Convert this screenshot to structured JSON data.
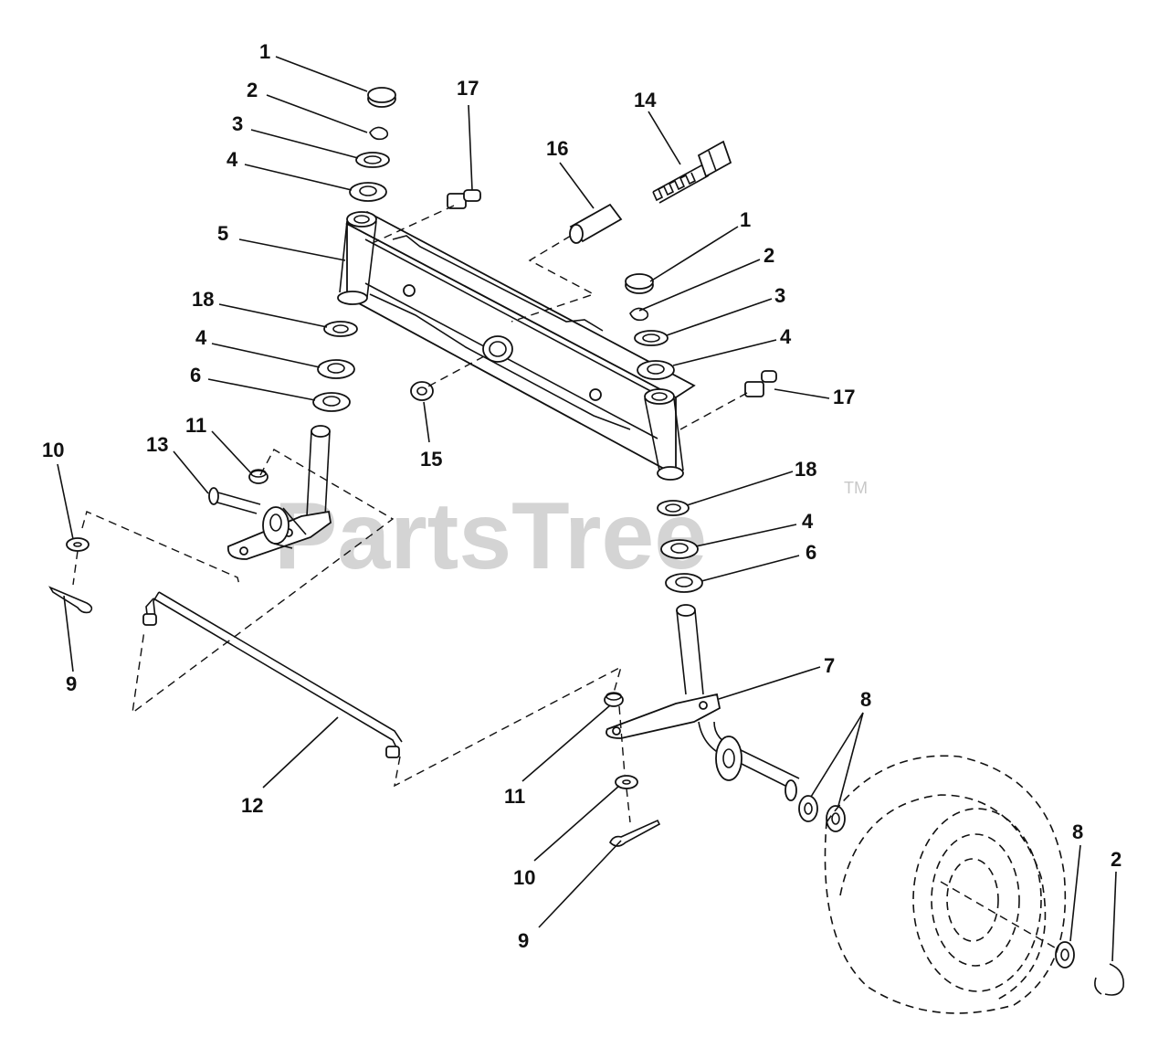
{
  "watermark": {
    "text": "PartsTree",
    "mark": "TM"
  },
  "callouts": {
    "c1_top": "1",
    "c2_top": "2",
    "c3_top": "3",
    "c4_top": "4",
    "c5": "5",
    "c18_left": "18",
    "c4_left": "4",
    "c6_left": "6",
    "c11_left": "11",
    "c13": "13",
    "c10_left": "10",
    "c9_left": "9",
    "c17_top": "17",
    "c16": "16",
    "c14": "14",
    "c1_right": "1",
    "c2_right": "2",
    "c3_right": "3",
    "c4_right": "4",
    "c17_right": "17",
    "c15": "15",
    "c18_right": "18",
    "c4_right_lower": "4",
    "c6_right": "6",
    "c7": "7",
    "c8_upper": "8",
    "c12": "12",
    "c11_lower": "11",
    "c10_lower": "10",
    "c9_lower": "9",
    "c8_lower": "8",
    "c2_lower": "2"
  }
}
